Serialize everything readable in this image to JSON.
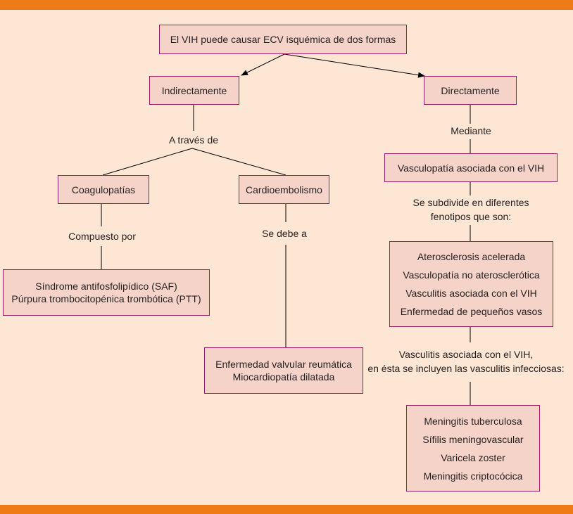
{
  "colors": {
    "band": "#ef7b16",
    "background": "#fde6d3",
    "box_fill": "#f5d3c8",
    "box_border": "#9b1f5f"
  },
  "root": "El VIH puede causar ECV isquémica de dos formas",
  "indirect": {
    "title": "Indirectamente",
    "connector": "A través de",
    "coag": {
      "title": "Coagulopatías",
      "connector": "Compuesto por",
      "items": [
        "Síndrome antifosfolipídico (SAF)",
        "Púrpura trombocitopénica trombótica (PTT)"
      ]
    },
    "cardio": {
      "title": "Cardioembolismo",
      "connector": "Se debe a",
      "items": [
        "Enfermedad valvular reumática",
        "Miocardiopatía dilatada"
      ]
    }
  },
  "direct": {
    "title": "Directamente",
    "connector": "Mediante",
    "vasc": "Vasculopatía asociada con el VIH",
    "subdiv": [
      "Se subdivide en diferentes",
      "fenotipos que son:"
    ],
    "phenotypes": [
      "Aterosclerosis acelerada",
      "Vasculopatía no aterosclerótica",
      "Vasculitis asociada con el VIH",
      "Enfermedad de pequeños vasos"
    ],
    "vasculitis_note": [
      "Vasculitis asociada con el VIH,",
      "en ésta se incluyen las vasculitis infecciosas:"
    ],
    "infections": [
      "Meningitis tuberculosa",
      "Sífilis meningovascular",
      "Varicela zoster",
      "Meningitis criptocócica"
    ]
  }
}
